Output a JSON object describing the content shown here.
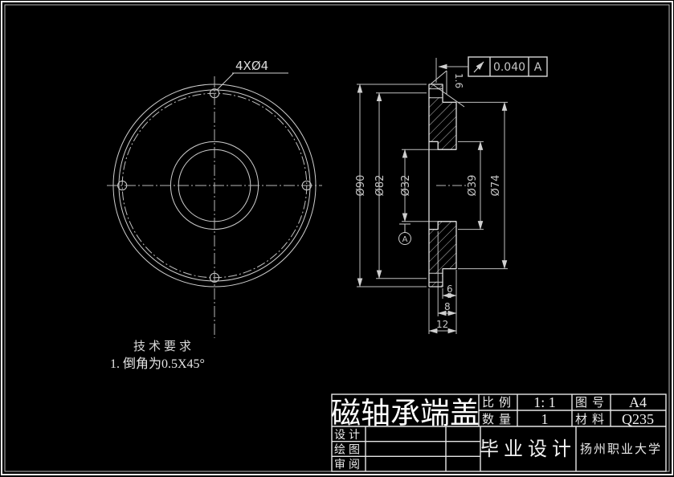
{
  "drawing_title": "磁轴承端盖",
  "front_view": {
    "hole_callout": "4XØ4"
  },
  "section_view": {
    "dim_d90": "Ø90",
    "dim_d82": "Ø82",
    "dim_d32": "Ø32",
    "dim_d39": "Ø39",
    "dim_d74": "Ø74",
    "dim_len6": "6",
    "dim_len8": "8",
    "dim_len12": "12",
    "roughness": "1.6",
    "datum_label": "A"
  },
  "tolerance_frame": {
    "value": "0.040",
    "datum": "A"
  },
  "tech_req": {
    "heading": "技术要求",
    "item_1": "1. 倒角为0.5X45°"
  },
  "title_block": {
    "scale_label": "比例",
    "scale_value": "1: 1",
    "qty_label": "数量",
    "qty_value": "1",
    "drawing_no_label": "图号",
    "drawing_no_value": "A4",
    "material_label": "材料",
    "material_value": "Q235",
    "design_label": "设计",
    "draft_label": "绘图",
    "review_label": "审阅",
    "project": "毕业设计",
    "organization": "扬州职业大学"
  },
  "colors": {
    "line": "#cfcfcf",
    "bright": "#f2f2f2",
    "background": "#000000"
  }
}
